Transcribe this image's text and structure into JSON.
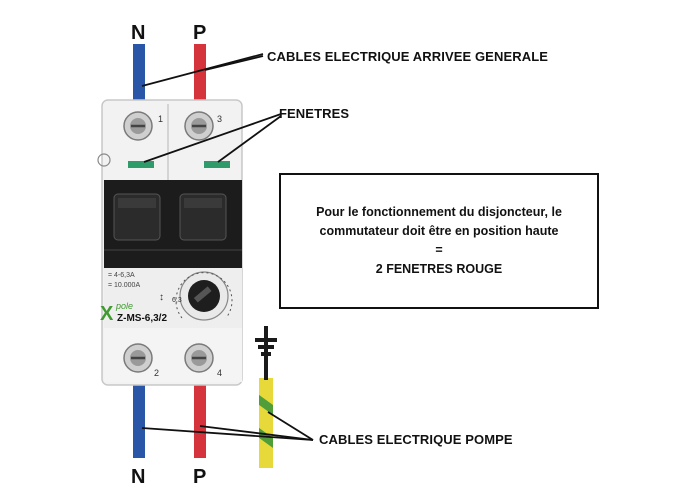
{
  "wires_top": {
    "neutral": "N",
    "phase": "P"
  },
  "wires_bottom": {
    "neutral": "N",
    "phase": "P"
  },
  "callouts": {
    "supply_cables": "CABLES ELECTRIQUE ARRIVEE GENERALE",
    "windows": "FENETRES",
    "pump_cables": "CABLES ELECTRIQUE POMPE"
  },
  "info_box": {
    "line1": "Pour le fonctionnement du disjoncteur, le",
    "line2": "commutateur doit être en position haute",
    "line3": "=",
    "line4": "2 FENETRES ROUGE"
  },
  "breaker": {
    "terminals_top": [
      "1",
      "3"
    ],
    "terminals_bottom": [
      "2",
      "4"
    ],
    "brand": "pole",
    "model": "Z-MS-6,3/2",
    "spec_current": "= 4-6,3A",
    "spec_breaking": "= 10.000A",
    "dial_value": "6,3"
  },
  "colors": {
    "neutral_wire": "#2a56a8",
    "phase_wire": "#d6343c",
    "earth_wire_base": "#e8d93a",
    "earth_wire_stripe": "#4f9e3a",
    "window_indicator": "#2f9a6a",
    "brand_green": "#3f9b2f"
  }
}
